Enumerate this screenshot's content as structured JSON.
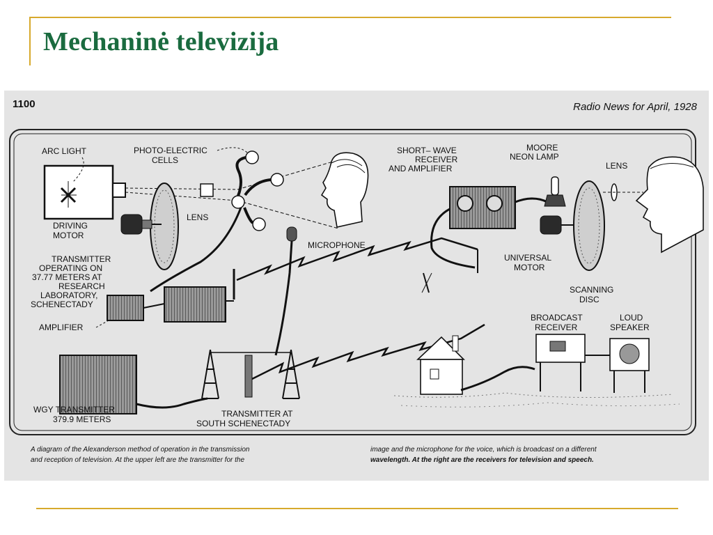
{
  "slide": {
    "title": "Mechaninė televizija"
  },
  "scan": {
    "page_number": "1100",
    "header": "Radio News for April, 1928",
    "caption_left": [
      "A diagram of the Alexanderson method of operation in the transmission",
      "and reception of television.  At the upper left are the transmitter for the"
    ],
    "caption_right": [
      "image and the microphone for the voice, which is broadcast on a different",
      "wavelength.  At the right are the receivers for television and speech."
    ]
  },
  "labels": {
    "arc_light": "ARC LIGHT",
    "photo_cells": [
      "PHOTO-ELECTRIC",
      "CELLS"
    ],
    "driving_motor": [
      "DRIVING",
      "MOTOR"
    ],
    "lens_left": "LENS",
    "microphone": "MICROPHONE",
    "transmitter_lab": [
      "TRANSMITTER",
      "OPERATING  ON",
      "37.77  METERS  AT",
      "RESEARCH",
      "LABORATORY,",
      "SCHENECTADY"
    ],
    "amplifier": "AMPLIFIER",
    "wgy": [
      "WGY  TRANSMITTER",
      "379.9  METERS"
    ],
    "south": [
      "TRANSMITTER  AT",
      "SOUTH  SCHENECTADY"
    ],
    "shortwave": [
      "SHORT– WAVE",
      "RECEIVER",
      "AND  AMPLIFIER"
    ],
    "neon": [
      "MOORE",
      "NEON LAMP"
    ],
    "lens_right": "LENS",
    "universal_motor": [
      "UNIVERSAL",
      "MOTOR"
    ],
    "scanning_disc": [
      "SCANNING",
      "DISC"
    ],
    "broadcast_receiver": [
      "BROADCAST",
      "RECEIVER"
    ],
    "loud_speaker": [
      "LOUD",
      "SPEAKER"
    ]
  }
}
